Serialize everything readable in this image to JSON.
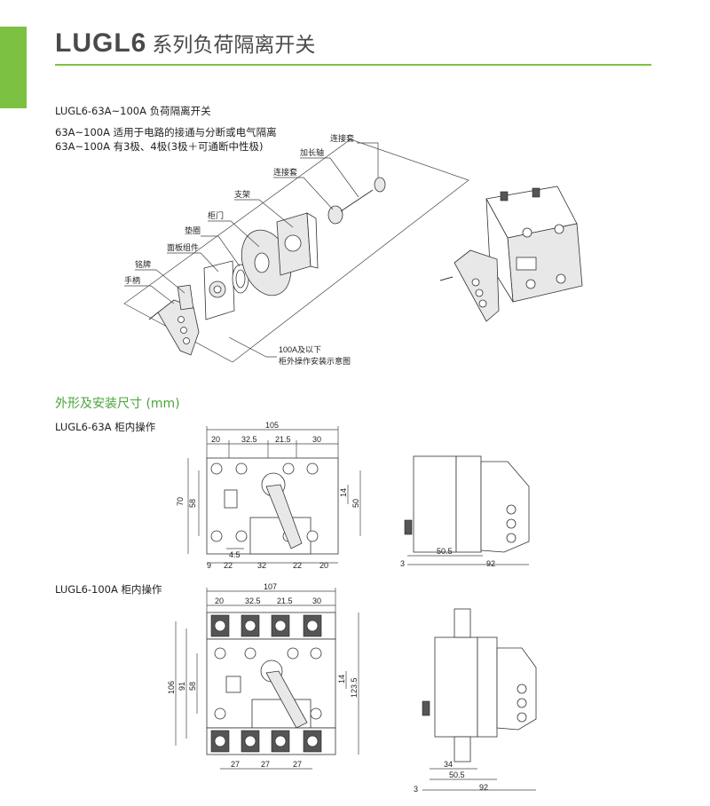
{
  "header": {
    "code": "LUGL6",
    "title_cn": "系列负荷隔离开关"
  },
  "intro": {
    "line1": "LUGL6-63A~100A 负荷隔离开关",
    "line2": "63A~100A  适用于电路的接通与分断或电气隔离",
    "line3": "63A~100A  有3极、4极(3极＋可通断中性极)"
  },
  "exploded_labels": {
    "connector_top": "连接套",
    "extension_shaft": "加长轴",
    "connector": "连接套",
    "bracket": "支架",
    "cabinet_door": "柜门",
    "gasket": "垫圈",
    "panel_assembly": "面板组件",
    "nameplate": "铭牌",
    "handle": "手柄",
    "caption1": "100A及以下",
    "caption2": "柜外操作安装示意图"
  },
  "section_title": "外形及安装尺寸 (mm)",
  "drawing1": {
    "label": "LUGL6-63A 柜内操作",
    "total_width": "105",
    "top_dims": [
      "20",
      "32.5",
      "21.5",
      "30"
    ],
    "height_outer": "70",
    "height_inner": "58",
    "right_small": "14",
    "right_height": "50",
    "small_offset": "4.5",
    "bottom_dims": [
      "9",
      "22",
      "32",
      "22",
      "20"
    ],
    "side_dims": [
      "50.5",
      "3",
      "92"
    ]
  },
  "drawing2": {
    "label": "LUGL6-100A 柜内操作",
    "total_width": "107",
    "top_dims": [
      "20",
      "32.5",
      "21.5",
      "30"
    ],
    "height_outer": "106",
    "height_mid": "91",
    "height_inner": "58",
    "right_small": "14",
    "right_height": "123.5",
    "bottom_dims": [
      "27",
      "27",
      "27"
    ],
    "side_dims": [
      "34",
      "50.5",
      "3",
      "92"
    ]
  },
  "colors": {
    "accent": "#7cc142",
    "section": "#4aa43a",
    "title": "#4a4a4a"
  }
}
